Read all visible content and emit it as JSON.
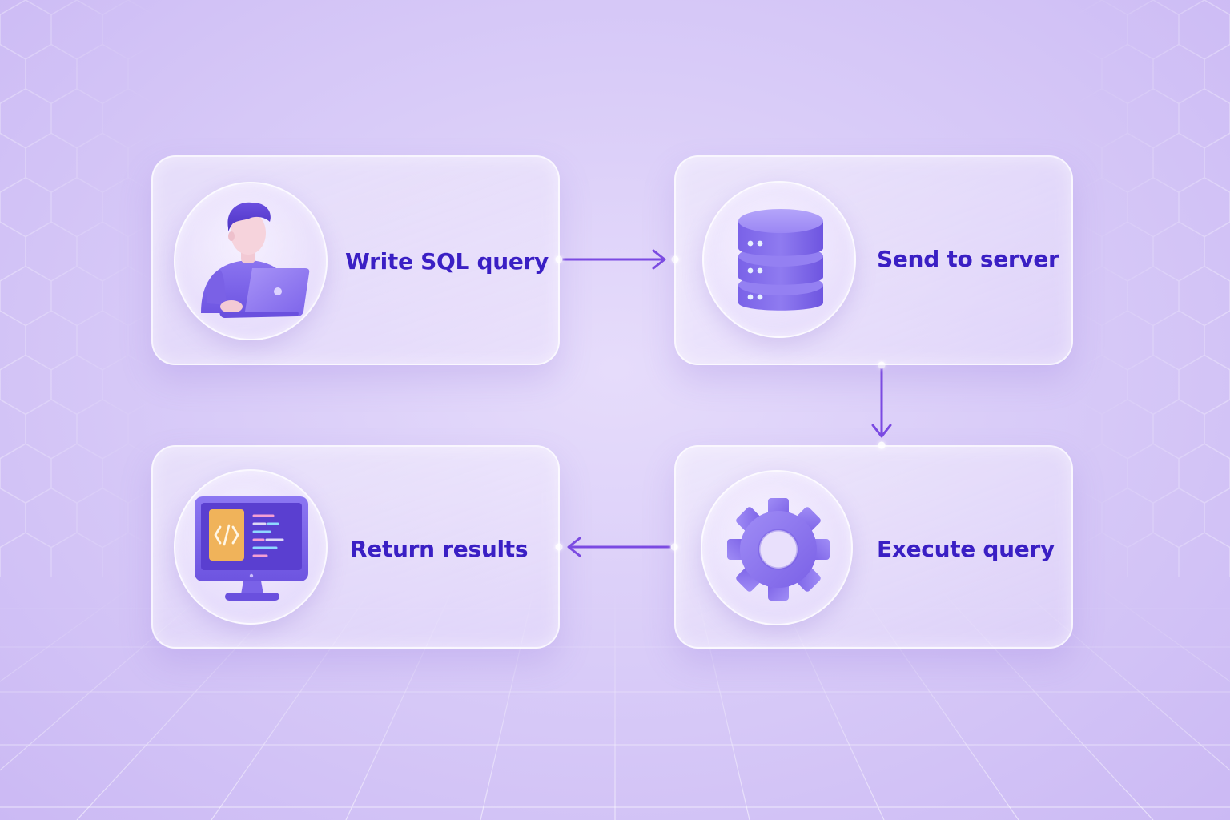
{
  "steps": [
    {
      "label": "Write SQL query",
      "icon": "developer-laptop-icon"
    },
    {
      "label": "Send to server",
      "icon": "database-server-icon"
    },
    {
      "label": "Execute query",
      "icon": "gear-icon"
    },
    {
      "label": "Return results",
      "icon": "code-monitor-icon"
    }
  ],
  "flow": [
    {
      "from": "Write SQL query",
      "to": "Send to server"
    },
    {
      "from": "Send to server",
      "to": "Execute query"
    },
    {
      "from": "Execute query",
      "to": "Return results"
    }
  ],
  "colors": {
    "accent": "#3a1fc4",
    "arrow": "#7b4ae2",
    "icon_purple": "#8a74ee",
    "background": "#d9ccf8",
    "code_tag": "#f0b35a"
  }
}
